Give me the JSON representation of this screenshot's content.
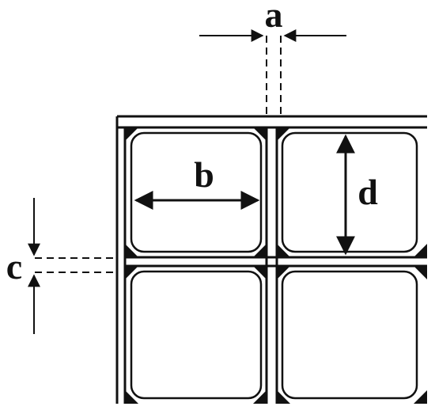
{
  "diagram": {
    "labels": {
      "a": "a",
      "b": "b",
      "c": "c",
      "d": "d"
    },
    "colors": {
      "ink": "#111111",
      "background": "#ffffff"
    }
  }
}
